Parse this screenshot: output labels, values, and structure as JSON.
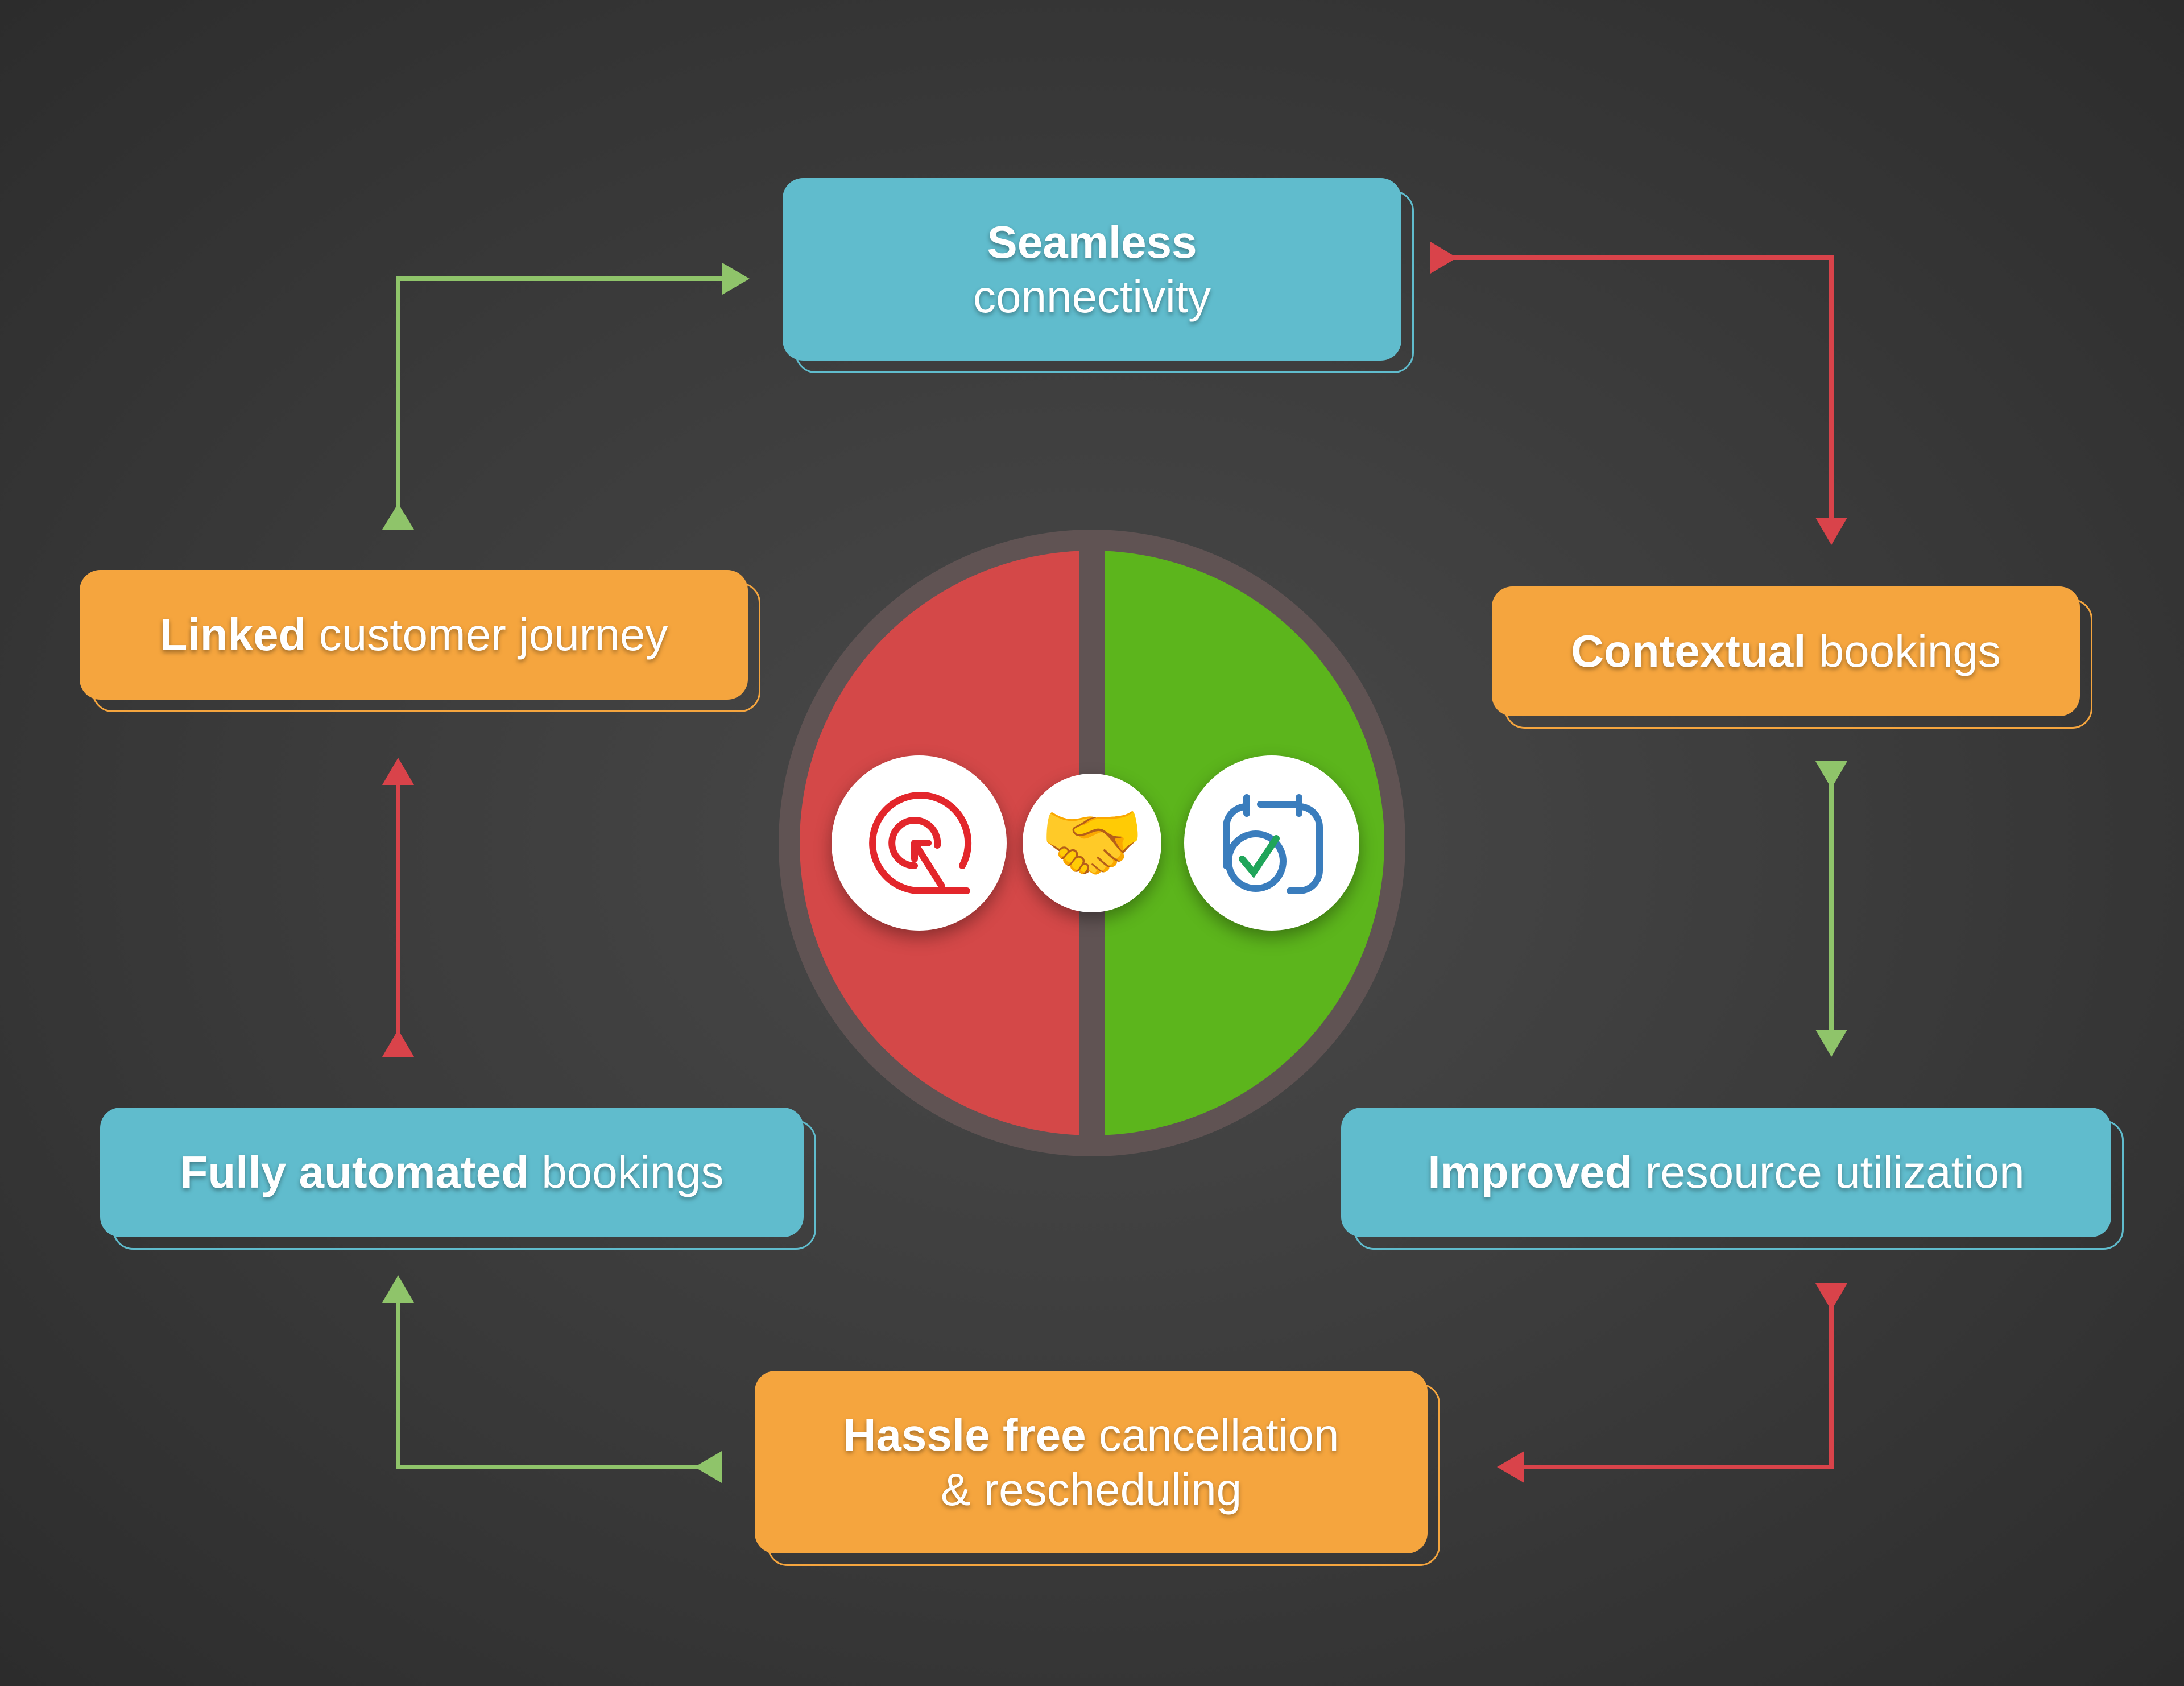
{
  "boxes": {
    "seamless": {
      "bold": "Seamless",
      "regular": "connectivity"
    },
    "contextual": {
      "bold": "Contextual",
      "regular": "bookings"
    },
    "improved": {
      "bold": "Improved",
      "regular": "resource utilization"
    },
    "hassle": {
      "bold": "Hassle free",
      "regular": "cancellation",
      "line2": "& rescheduling"
    },
    "fully": {
      "bold": "Fully automated",
      "regular": "bookings"
    },
    "linked": {
      "bold": "Linked",
      "regular": "customer journey"
    }
  },
  "center": {
    "left_icon": "target-arrow-icon",
    "middle_icon": "handshake-icon",
    "middle_glyph": "🤝",
    "right_icon": "calendar-check-icon"
  },
  "colors": {
    "blue": "#60bccd",
    "orange": "#f5a53e",
    "red": "#d44848",
    "green": "#5cb51c",
    "arrow_green": "#8fc46a",
    "arrow_red": "#d9434a"
  }
}
